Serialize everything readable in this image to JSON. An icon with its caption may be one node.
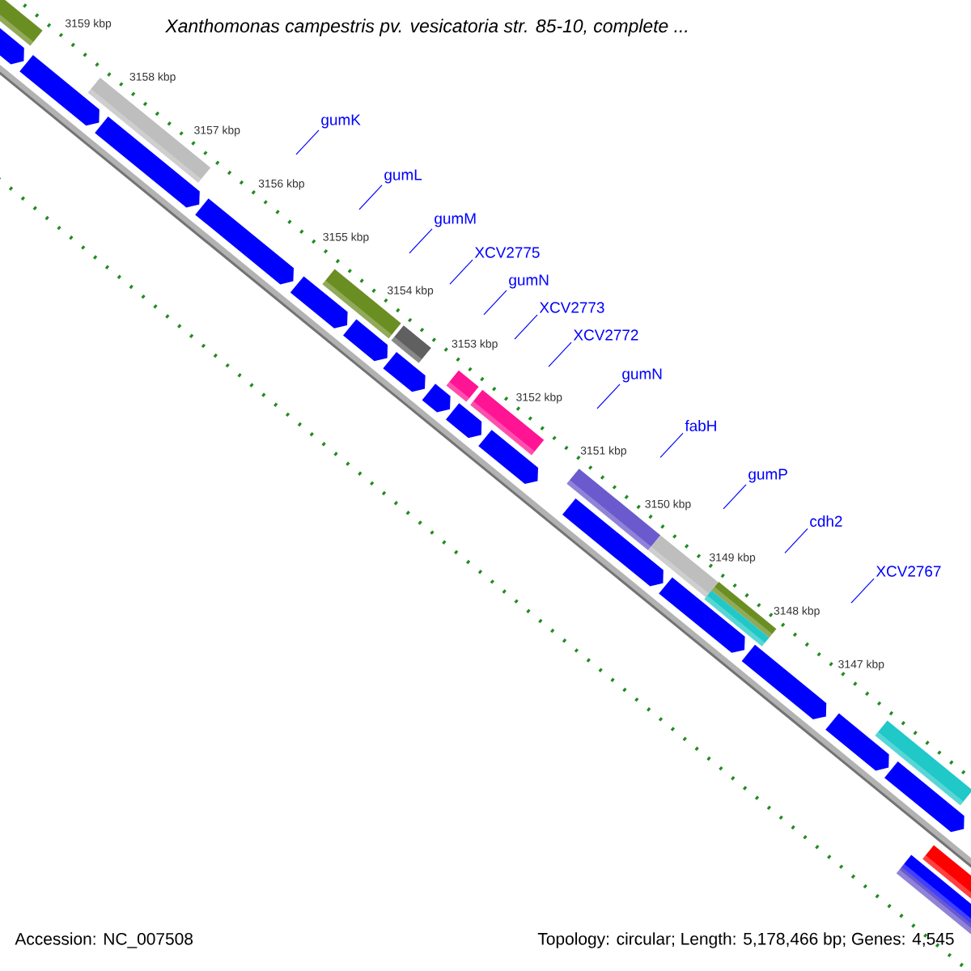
{
  "diagram": {
    "title": "Xanthomonas campestris pv. vesicatoria str. 85-10, complete ...",
    "nodes": [
      {
        "text": [
          "gumK"
        ]
      },
      {
        "text": [
          "gumL"
        ]
      },
      {
        "text": [
          "gumM"
        ]
      },
      {
        "text": [
          "XCV2775"
        ]
      },
      {
        "text": [
          "gumN"
        ]
      },
      {
        "text": [
          "XCV2773"
        ]
      },
      {
        "text": [
          "XCV2772"
        ]
      },
      {
        "text": [
          "gumN"
        ]
      },
      {
        "text": [
          "fabH"
        ]
      },
      {
        "text": [
          "gumP"
        ]
      },
      {
        "text": [
          "cdh2"
        ]
      },
      {
        "text": [
          "XCV2767"
        ]
      }
    ],
    "edges": [
      {
        "from": 0,
        "to": null,
        "arrow": "none"
      },
      {
        "from": 1,
        "to": null,
        "arrow": "none"
      },
      {
        "from": 2,
        "to": null,
        "arrow": "none"
      },
      {
        "from": 3,
        "to": null,
        "arrow": "none"
      },
      {
        "from": 4,
        "to": null,
        "arrow": "none"
      },
      {
        "from": 5,
        "to": null,
        "arrow": "none"
      },
      {
        "from": 6,
        "to": null,
        "arrow": "none"
      },
      {
        "from": 7,
        "to": null,
        "arrow": "none"
      },
      {
        "from": 8,
        "to": null,
        "arrow": "none"
      },
      {
        "from": 9,
        "to": null,
        "arrow": "none"
      },
      {
        "from": 10,
        "to": null,
        "arrow": "none"
      },
      {
        "from": 11,
        "to": null,
        "arrow": "none"
      }
    ],
    "labels": [
      "3159 kbp",
      "3158 kbp",
      "3157 kbp",
      "3156 kbp",
      "3155 kbp",
      "3154 kbp",
      "3153 kbp",
      "3152 kbp",
      "3151 kbp",
      "3150 kbp",
      "3149 kbp",
      "3148 kbp",
      "3147 kbp",
      "Accession: NC_007508",
      "Topology: circular; Length: 5,178,466 bp; Genes: 4,545"
    ]
  }
}
